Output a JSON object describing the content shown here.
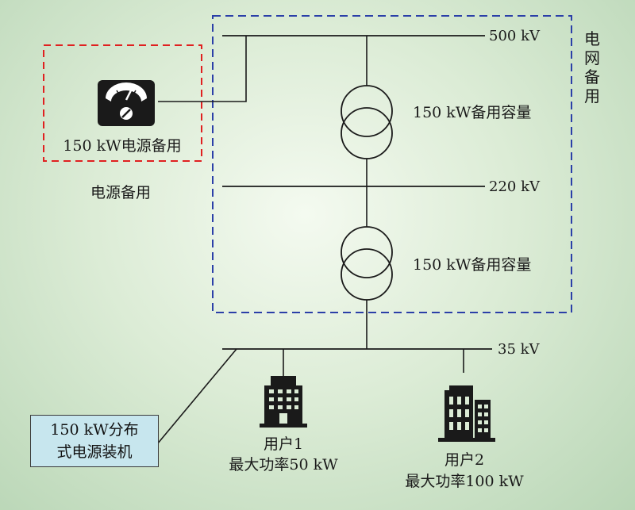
{
  "grid_backup": {
    "label_chars": [
      "电",
      "网",
      "备",
      "用"
    ],
    "color": "#2b3fa8"
  },
  "source_backup": {
    "inner_label": "150 kW电源备用",
    "outer_label": "电源备用",
    "color": "#e02020",
    "icon": "meter-icon"
  },
  "buses": [
    {
      "label": "500 kV"
    },
    {
      "label": "220 kV"
    },
    {
      "label": "35 kV"
    }
  ],
  "transformers": [
    {
      "label": "150 kW备用容量",
      "icon": "transformer-icon"
    },
    {
      "label": "150 kW备用容量",
      "icon": "transformer-icon"
    }
  ],
  "distributed": {
    "line1": "150 kW分布",
    "line2": "式电源装机",
    "fill": "#c7e6ee"
  },
  "users": [
    {
      "name": "用户1",
      "max_power": "最大功率50 kW",
      "icon": "building-icon"
    },
    {
      "name": "用户2",
      "max_power": "最大功率100 kW",
      "icon": "buildings-icon"
    }
  ]
}
